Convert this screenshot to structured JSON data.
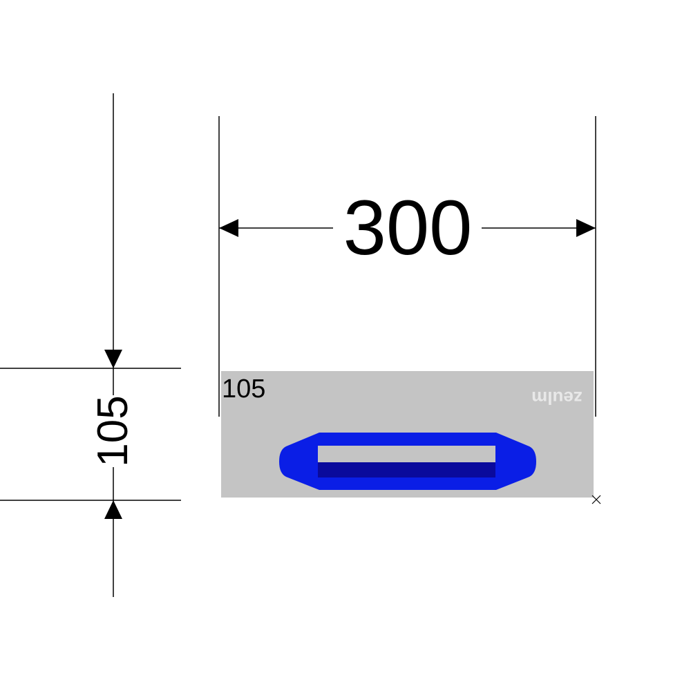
{
  "drawing": {
    "width_dimension": "300",
    "height_dimension": "105",
    "plate_label": "105",
    "brand_mark": "zeulm"
  },
  "colors": {
    "plate": "#c4c4c4",
    "handle": "#0a1ee6",
    "handle_shadow": "#0a0a9c",
    "line": "#000000",
    "brand": "#e8e8e8"
  }
}
